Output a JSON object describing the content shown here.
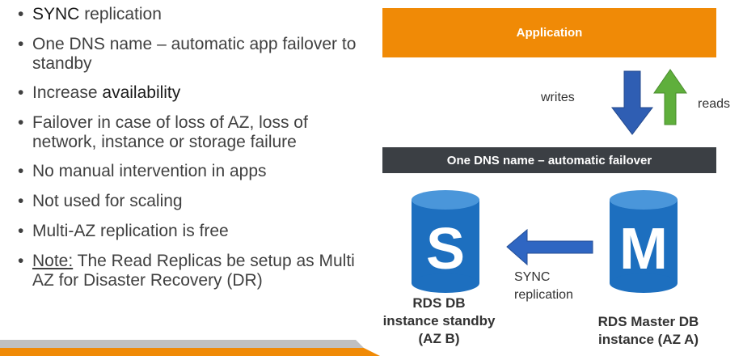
{
  "bullets": [
    {
      "strong": "SYNC",
      "rest": " replication"
    },
    {
      "text": "One DNS name – automatic app failover to standby"
    },
    {
      "pre": "Increase ",
      "strong": "availability"
    },
    {
      "text": "Failover in case of loss of AZ, loss of network, instance or storage failure"
    },
    {
      "text": "No manual intervention in apps"
    },
    {
      "text": "Not used for scaling"
    },
    {
      "text": "Multi-AZ replication is free"
    },
    {
      "underline": "Note:",
      "rest": " The Read Replicas be setup as Multi AZ for Disaster Recovery (DR)"
    }
  ],
  "diagram": {
    "application": "Application",
    "writes": "writes",
    "reads": "reads",
    "dns": "One DNS name – automatic failover",
    "sync_line1": "SYNC",
    "sync_line2": "replication",
    "standby_line1": "RDS DB",
    "standby_line2": "instance standby",
    "standby_line3": "(AZ B)",
    "master_line1": "RDS Master DB",
    "master_line2": "instance (AZ A)",
    "standby_letter": "S",
    "master_letter": "M"
  },
  "colors": {
    "orange": "#F08A06",
    "dark_bar": "#3B3F44",
    "db_blue": "#1D6FBF",
    "db_blue_light": "#4A96DA",
    "write_arrow": "#2F5EB3",
    "read_arrow": "#5FAF3C",
    "sync_arrow": "#2F66C2"
  }
}
